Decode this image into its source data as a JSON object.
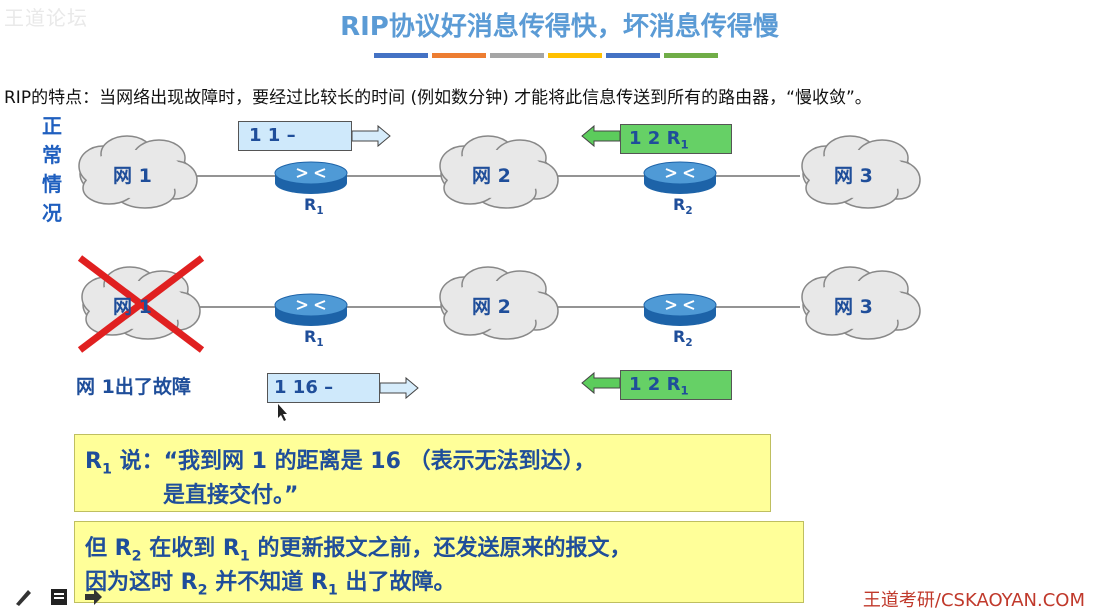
{
  "watermark_top": "王道论坛",
  "title": "RIP协议好消息传得快，坏消息传得慢",
  "title_bar_colors": [
    "#4472c4",
    "#ed7d31",
    "#a5a5a5",
    "#ffc000",
    "#4472c4",
    "#70ad47"
  ],
  "intro": "RIP的特点：当网络出现故障时，要经过比较长的时间 (例如数分钟) 才能将此信息传送到所有的路由器，“慢收敛”。",
  "side_label": "正常情况",
  "top_row": {
    "net1": "网 1",
    "net2": "网 2",
    "net3": "网 3",
    "router1": "R",
    "router1_sub": "1",
    "router2": "R",
    "router2_sub": "2",
    "packet_left": "1  1  –",
    "packet_right": "1  2  R",
    "packet_right_sub": "1"
  },
  "bottom_row": {
    "net1": "网 1",
    "net2": "网 2",
    "net3": "网 3",
    "router1": "R",
    "router1_sub": "1",
    "router2": "R",
    "router2_sub": "2",
    "packet_left": "1  16  –",
    "packet_right": "1  2  R",
    "packet_right_sub": "1",
    "fault_label": "网 1出了故障"
  },
  "box1": {
    "prefix": "R",
    "prefix_sub": "1",
    "line1": " 说：“我到网 1 的距离是 16 （表示无法到达），",
    "line2": "是直接交付。”"
  },
  "box2": {
    "p1": "但 R",
    "p1_sub": "2",
    "p2": " 在收到 R",
    "p2_sub": "1",
    "p3": " 的更新报文之前，还发送原来的报文，",
    "line2_a": "因为这时  R",
    "line2_a_sub": "2",
    "line2_b": " 并不知道  R",
    "line2_b_sub": "1",
    "line2_c": " 出了故障。"
  },
  "watermark_bottom": "王道考研/CSKAOYAN.COM",
  "colors": {
    "title": "#5b9bd5",
    "label_blue": "#1f4e9a",
    "packet_blue": "#cfe9fb",
    "packet_green": "#66d066",
    "note_yellow": "#ffff99",
    "cross_red": "#e02020"
  }
}
